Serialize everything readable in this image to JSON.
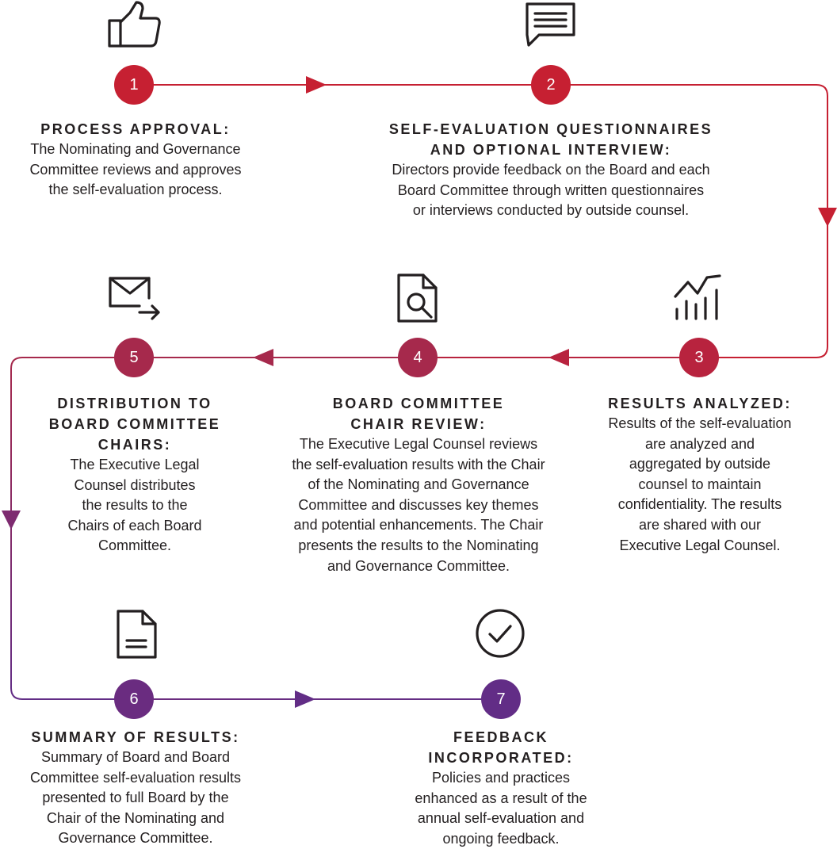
{
  "colors": {
    "red": "#c62032",
    "crimson": "#a6294c",
    "magenta": "#8e2b5f",
    "purple": "#622d86",
    "ink": "#231f20"
  },
  "steps": [
    {
      "number": "1",
      "icon": "thumbs-up-icon",
      "title": [
        "PROCESS APPROVAL:"
      ],
      "desc": [
        "The Nominating and Governance",
        "Committee reviews and approves",
        "the self-evaluation process."
      ]
    },
    {
      "number": "2",
      "icon": "message-icon",
      "title": [
        "SELF-EVALUATION QUESTIONNAIRES",
        "AND OPTIONAL INTERVIEW:"
      ],
      "desc": [
        "Directors provide feedback on the Board and each",
        "Board Committee through written questionnaires",
        "or interviews conducted by outside counsel."
      ]
    },
    {
      "number": "3",
      "icon": "analytics-chart-icon",
      "title": [
        "RESULTS ANALYZED:"
      ],
      "desc": [
        "Results of the self-evaluation",
        "are analyzed and",
        "aggregated by outside",
        "counsel to maintain",
        "confidentiality. The results",
        "are shared with our",
        "Executive Legal Counsel."
      ]
    },
    {
      "number": "4",
      "icon": "document-search-icon",
      "title": [
        "BOARD COMMITTEE",
        "CHAIR REVIEW:"
      ],
      "desc": [
        "The Executive Legal Counsel reviews",
        "the self-evaluation results with the Chair",
        "of the Nominating and Governance",
        "Committee and discusses key themes",
        "and potential enhancements. The Chair",
        "presents the results to the Nominating",
        "and Governance Committee."
      ]
    },
    {
      "number": "5",
      "icon": "mail-forward-icon",
      "title": [
        "DISTRIBUTION TO",
        "BOARD COMMITTEE",
        "CHAIRS:"
      ],
      "desc": [
        "The Executive Legal",
        "Counsel distributes",
        "the results to the",
        "Chairs of each Board",
        "Committee."
      ]
    },
    {
      "number": "6",
      "icon": "document-icon",
      "title": [
        "SUMMARY OF RESULTS:"
      ],
      "desc": [
        "Summary of Board and Board",
        "Committee self-evaluation results",
        "presented to full Board by the",
        "Chair of the Nominating and",
        "Governance Committee."
      ]
    },
    {
      "number": "7",
      "icon": "checkmark-circle-icon",
      "title": [
        "FEEDBACK",
        "INCORPORATED:"
      ],
      "desc": [
        "Policies and practices",
        "enhanced as a result of the",
        "annual self-evaluation and",
        "ongoing feedback."
      ]
    }
  ]
}
